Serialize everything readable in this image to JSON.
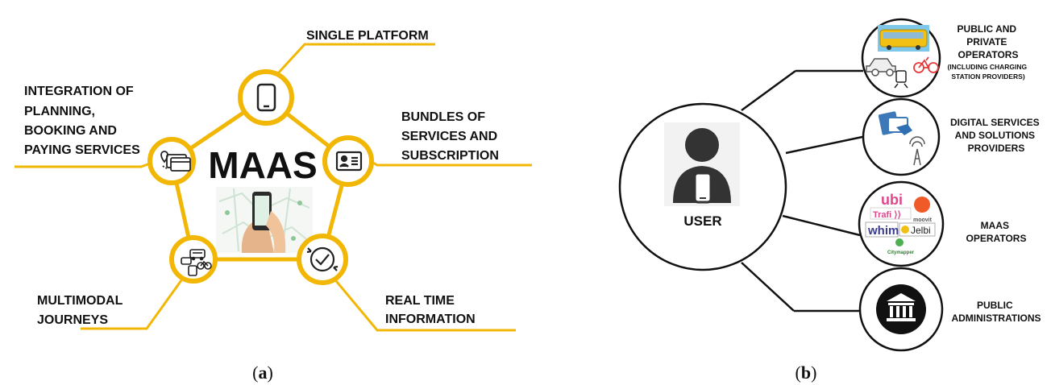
{
  "panel_a": {
    "center_title": "MAAS",
    "labels": {
      "single_platform": "SINGLE PLATFORM",
      "integration": [
        "INTEGRATION OF",
        "PLANNING,",
        "BOOKING AND",
        "PAYING SERVICES"
      ],
      "bundles": [
        "BUNDLES OF",
        "SERVICES AND",
        "SUBSCRIPTION"
      ],
      "multimodal": [
        "MULTIMODAL",
        "JOURNEYS"
      ],
      "real_time": [
        "REAL TIME",
        "INFORMATION"
      ]
    },
    "icons": [
      "smartphone-icon",
      "map-pin-card-icon",
      "id-card-icon",
      "transport-icon",
      "clock-check-icon",
      "hand-phone-map-illustration"
    ],
    "caption_letter": "a",
    "accent_color": "#F2B705"
  },
  "panel_b": {
    "user_label": "USER",
    "categories": [
      {
        "lines": [
          "PUBLIC AND",
          "PRIVATE",
          "OPERATORS"
        ],
        "sublines": [
          "(INCLUDING CHARGING",
          "STATION PROVIDERS)"
        ]
      },
      {
        "lines": [
          "DIGITAL SERVICES",
          "AND SOLUTIONS",
          "PROVIDERS"
        ],
        "sublines": []
      },
      {
        "lines": [
          "MAAS",
          "OPERATORS"
        ],
        "sublines": []
      },
      {
        "lines": [
          "PUBLIC",
          "ADMINISTRATIONS"
        ],
        "sublines": []
      }
    ],
    "maas_logos": [
      "ubi",
      "Trafi",
      "moovit",
      "whim",
      "Jelbi",
      "Citymapper"
    ],
    "icons": [
      "user-phone-icon",
      "bus-icon",
      "car-icon",
      "bicycle-icon",
      "train-icon",
      "digital-tap-icon",
      "antenna-icon",
      "government-building-icon"
    ],
    "caption_letter": "b"
  }
}
